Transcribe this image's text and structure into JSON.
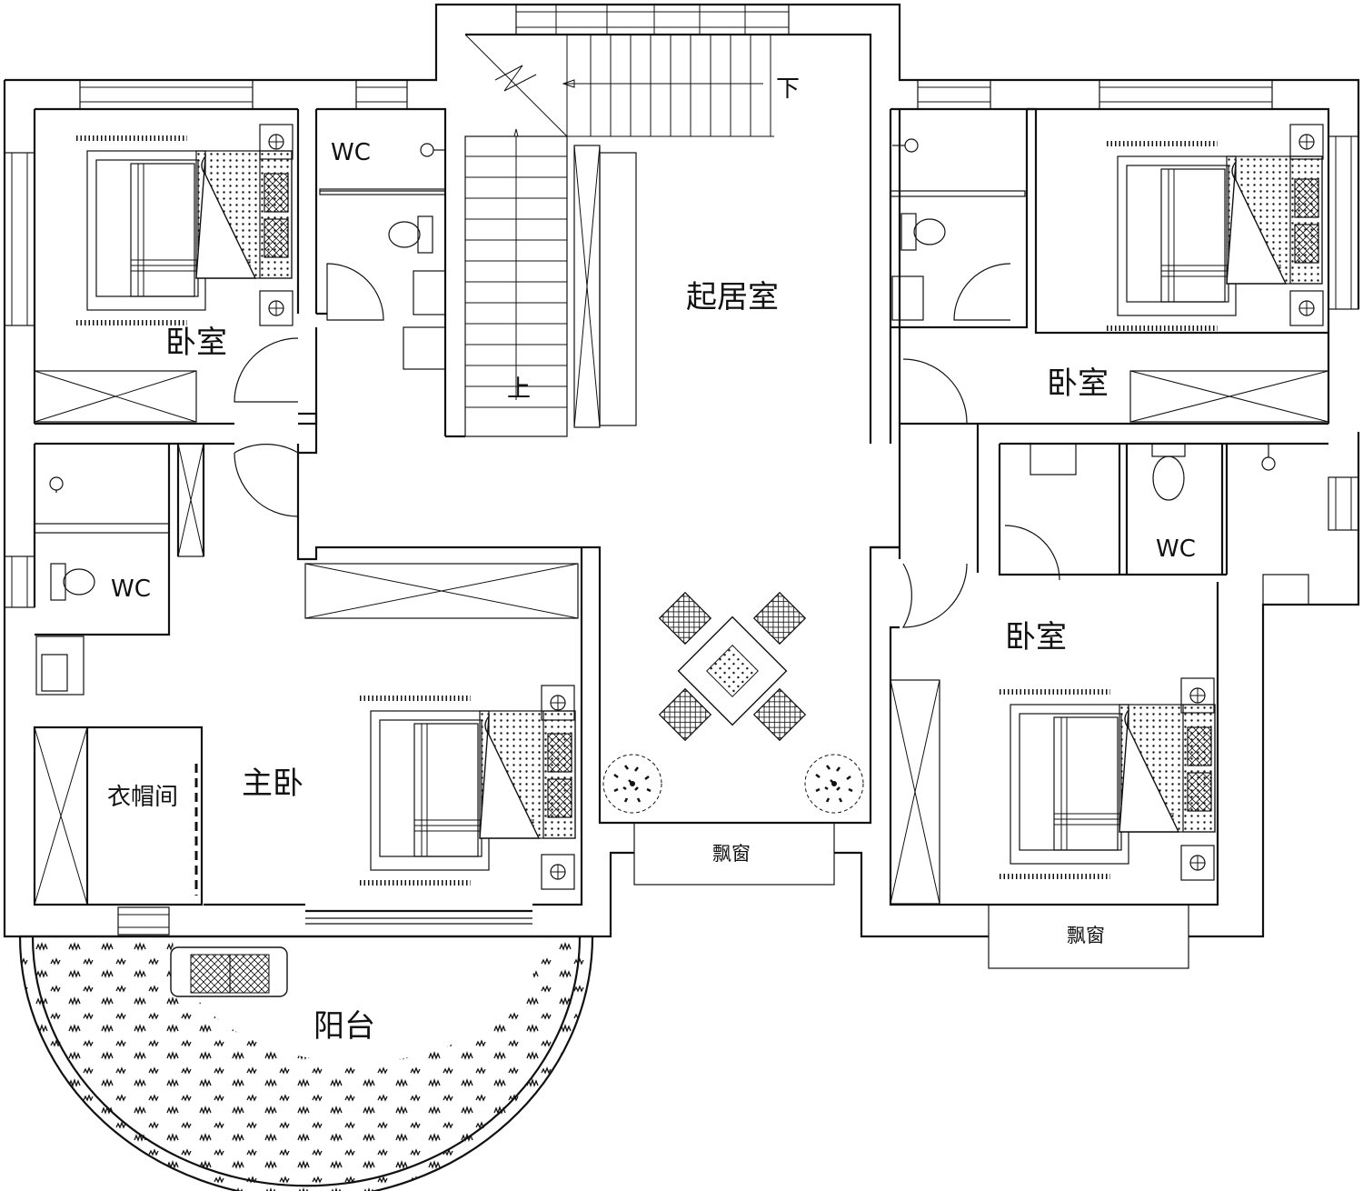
{
  "rooms": {
    "living": "起居室",
    "bed_nw": "卧室",
    "bed_ne": "卧室",
    "bed_se": "卧室",
    "master": "主卧",
    "closet": "衣帽间",
    "balcony": "阳台",
    "bay_window_mid": "飘窗",
    "bay_window_se": "飘窗",
    "wc_nw": "WC",
    "wc_w": "WC",
    "wc_e": "WC"
  },
  "stairs": {
    "up": "上",
    "down": "下"
  }
}
